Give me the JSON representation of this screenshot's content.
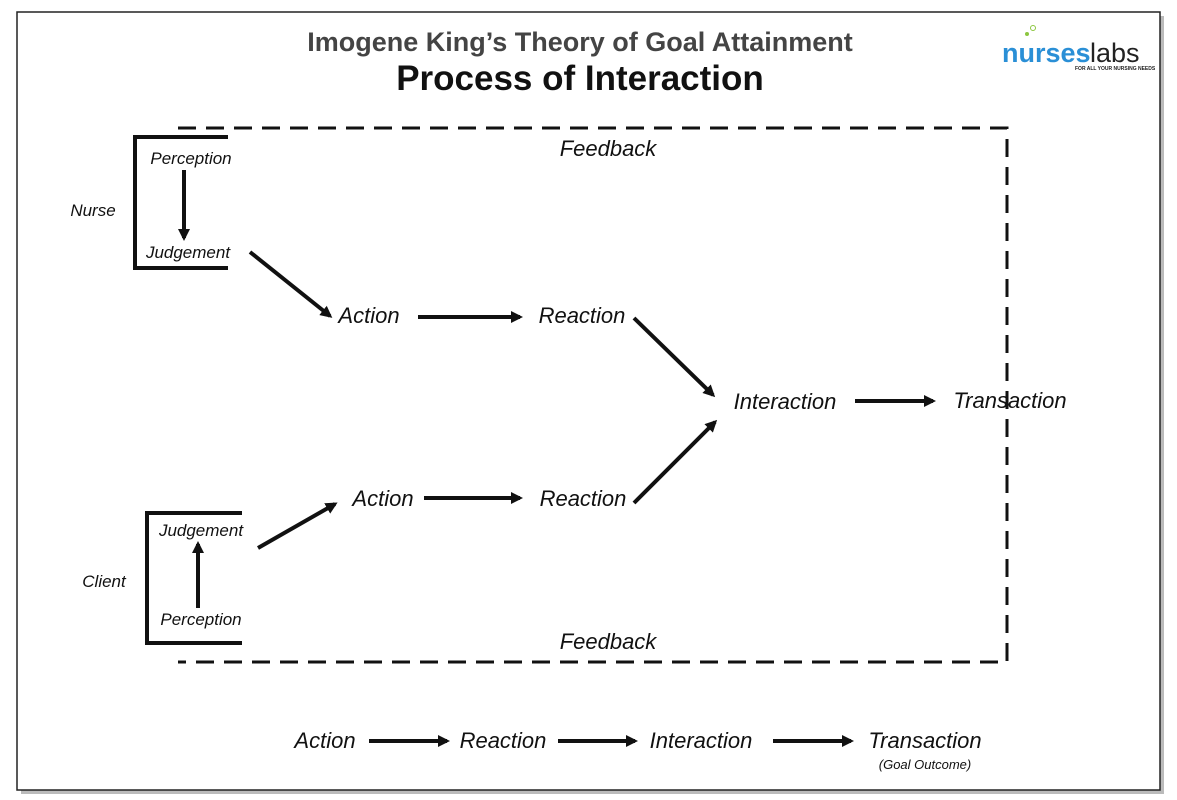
{
  "title": "Imogene King’s Theory of Goal Attainment",
  "subtitle": "Process of Interaction",
  "logo": {
    "part1": "nurses",
    "part2": "labs",
    "tagline": "FOR ALL YOUR NURSING NEEDS",
    "brand_color": "#2a8fd6"
  },
  "nurse": {
    "label": "Nurse",
    "perception": "Perception",
    "judgement": "Judgement",
    "action": "Action",
    "reaction": "Reaction"
  },
  "client": {
    "label": "Client",
    "perception": "Perception",
    "judgement": "Judgement",
    "action": "Action",
    "reaction": "Reaction"
  },
  "interaction": "Interaction",
  "transaction": "Transaction",
  "feedback_top": "Feedback",
  "feedback_bottom": "Feedback",
  "summary": {
    "steps": [
      "Action",
      "Reaction",
      "Interaction",
      "Transaction"
    ],
    "note": "(Goal Outcome)"
  }
}
